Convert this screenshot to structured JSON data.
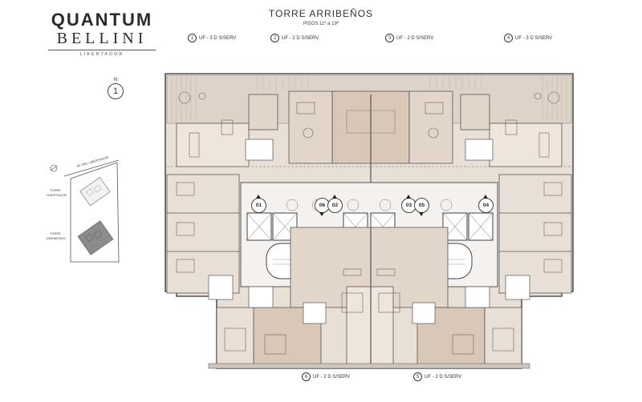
{
  "logo": {
    "line1": "QUANTUM",
    "line2": "BELLINI",
    "line3": "LIBERTADOR"
  },
  "header": {
    "title": "TORRE ARRIBEÑOS",
    "subtitle": "PISOS 11º a 19º"
  },
  "units_top": [
    {
      "num": "1",
      "label": "UF - 3 D S/SERV"
    },
    {
      "num": "2",
      "label": "UF - 2 D S/SERV"
    },
    {
      "num": "3",
      "label": "UF - 2 D S/SERV"
    },
    {
      "num": "4",
      "label": "UF - 3 D S/SERV"
    }
  ],
  "units_bottom": [
    {
      "num": "6",
      "label": "UF - 2 D S/SERV"
    },
    {
      "num": "5",
      "label": "UF - 2 D S/SERV"
    }
  ],
  "north": {
    "letter": "N",
    "digit": "1"
  },
  "siteplan": {
    "street": "AV. DEL LIBERTADOR",
    "tower1": [
      "TORRE",
      "LIBERTADOR"
    ],
    "tower2": [
      "TORRE",
      "ARRIBEÑOS"
    ]
  },
  "markers": [
    "01",
    "06",
    "02",
    "03",
    "05",
    "04"
  ],
  "colors": {
    "plan_fill": "#e8dfd6",
    "unit_accent": "#d9c8b8",
    "wall": "#555555",
    "core": "#f4f1ee",
    "highlight_tower": "#8c8c8c"
  }
}
